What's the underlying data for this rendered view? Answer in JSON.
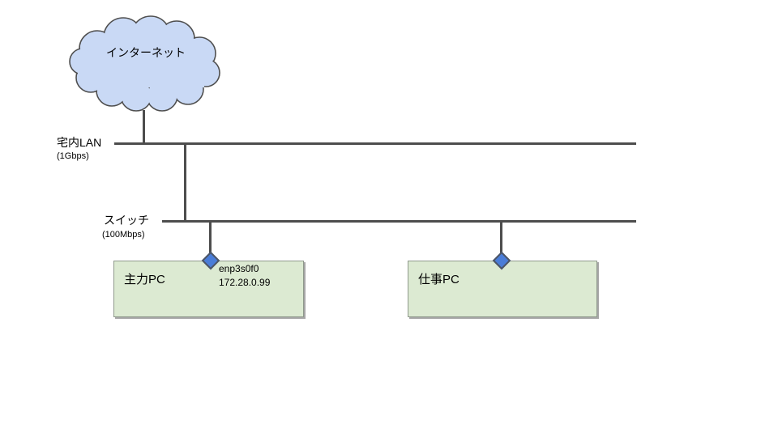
{
  "cloud": {
    "label": "インターネット"
  },
  "lan": {
    "label": "宅内LAN",
    "speed": "(1Gbps)"
  },
  "switch": {
    "label": "スイッチ",
    "speed": "(100Mbps)"
  },
  "nodes": [
    {
      "label": "主力PC",
      "nic": {
        "interface": "enp3s0f0",
        "ip": "172.28.0.99"
      }
    },
    {
      "label": "仕事PC"
    }
  ],
  "colors": {
    "cloud_fill": "#c9d9f5",
    "cloud_stroke": "#4f4f4f",
    "line": "#4d4d4d",
    "node_fill": "#dcead2",
    "node_border": "#8f998c",
    "diamond_fill": "#4a7dd8",
    "diamond_border": "#4d5565",
    "text": "#000000"
  }
}
